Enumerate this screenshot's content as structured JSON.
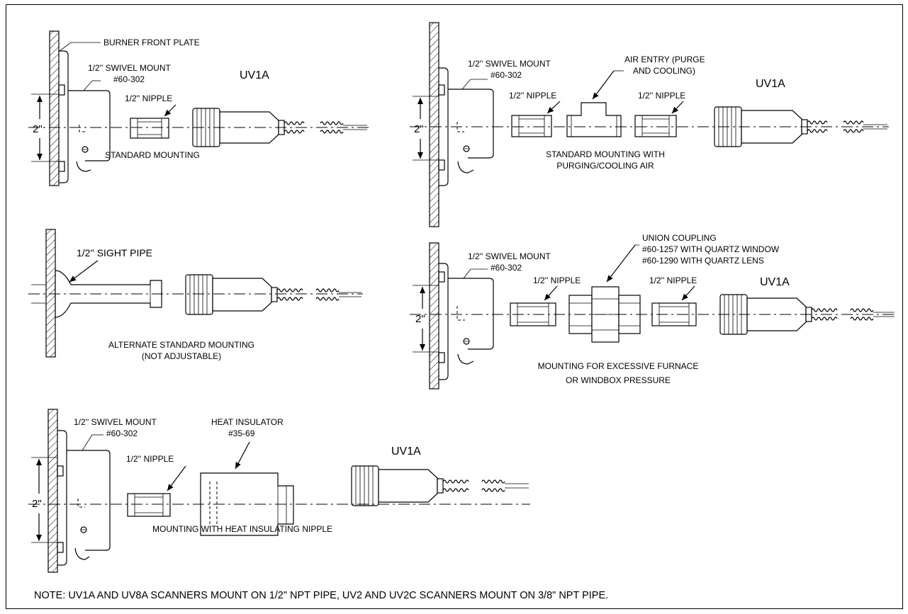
{
  "diagrams": {
    "standard": {
      "plate_label": "BURNER FRONT PLATE",
      "mount_label_1": "1/2'' SWIVEL MOUNT",
      "mount_label_2": "#60-302",
      "nipple_label": "1/2'' NIPPLE",
      "scanner_label": "UV1A",
      "dimension": "2\"",
      "caption": "STANDARD MOUNTING"
    },
    "purging": {
      "mount_label_1": "1/2'' SWIVEL MOUNT",
      "mount_label_2": "#60-302",
      "nipple_label_left": "1/2'' NIPPLE",
      "air_label_1": "AIR ENTRY (PURGE",
      "air_label_2": "AND COOLING)",
      "nipple_label_right": "1/2'' NIPPLE",
      "scanner_label": "UV1A",
      "dimension": "2\"",
      "caption_1": "STANDARD MOUNTING WITH",
      "caption_2": "PURGING/COOLING AIR"
    },
    "sight_pipe": {
      "pipe_label": "1/2'' SIGHT PIPE",
      "caption_1": "ALTERNATE STANDARD MOUNTING",
      "caption_2": "(NOT ADJUSTABLE)"
    },
    "pressure": {
      "union_label_1": "UNION COUPLING",
      "union_label_2": "#60-1257 WITH QUARTZ WINDOW",
      "union_label_3": "#60-1290 WITH QUARTZ LENS",
      "mount_label_1": "1/2'' SWIVEL MOUNT",
      "mount_label_2": "#60-302",
      "nipple_label_left": "1/2'' NIPPLE",
      "nipple_label_right": "1/2'' NIPPLE",
      "scanner_label": "UV1A",
      "dimension": "2\"",
      "caption_1": "MOUNTING FOR EXCESSIVE FURNACE",
      "caption_2": "OR WINDBOX PRESSURE"
    },
    "insulator": {
      "mount_label_1": "1/2'' SWIVEL MOUNT",
      "mount_label_2": "#60-302",
      "insulator_label_1": "HEAT INSULATOR",
      "insulator_label_2": "#35-69",
      "nipple_label": "1/2'' NIPPLE",
      "scanner_label": "UV1A",
      "dimension": "2\"",
      "caption": "MOUNTING WITH HEAT INSULATING NIPPLE"
    }
  },
  "note": "NOTE: UV1A AND UV8A SCANNERS MOUNT ON 1/2\" NPT PIPE, UV2 AND UV2C SCANNERS MOUNT ON 3/8\" NPT PIPE."
}
